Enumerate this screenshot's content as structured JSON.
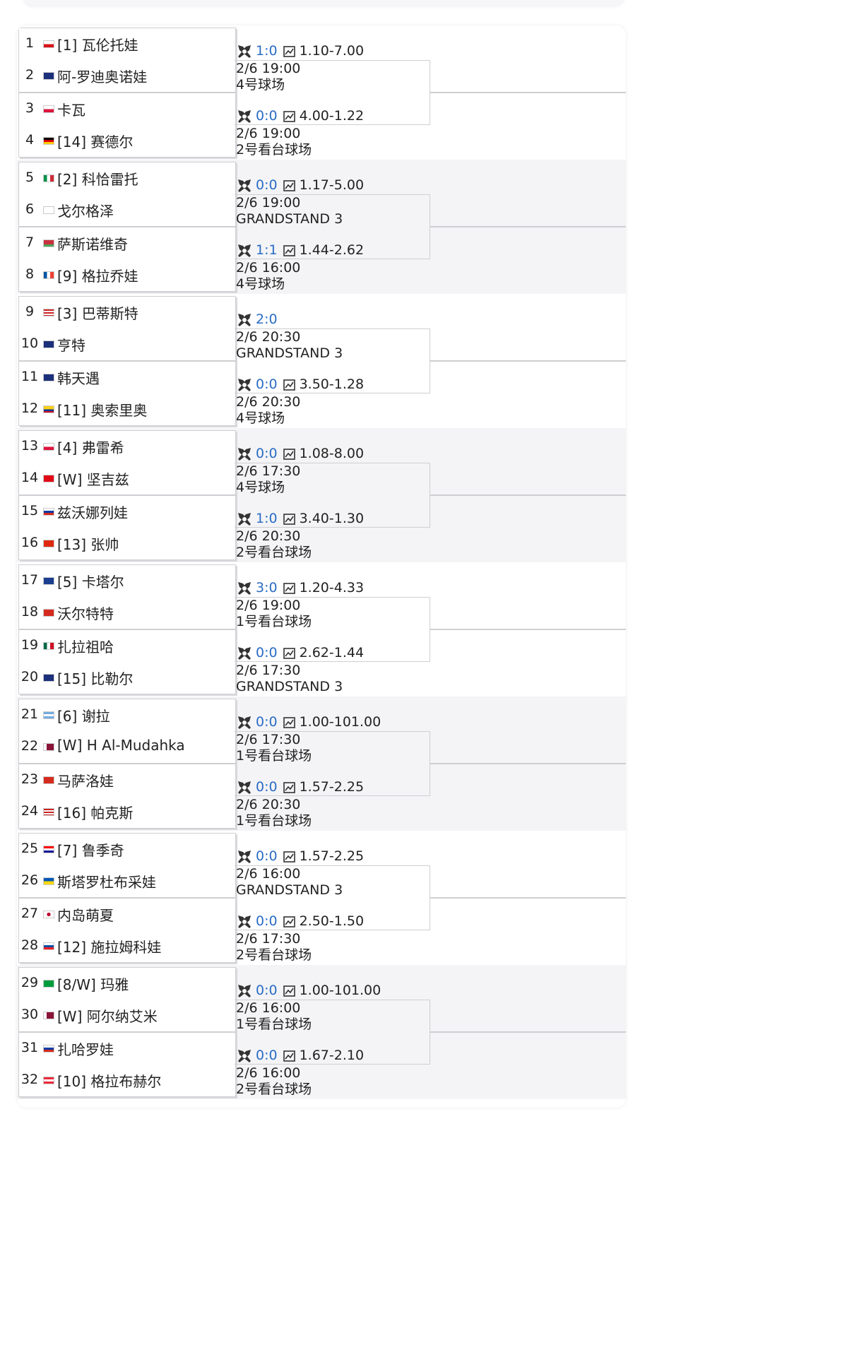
{
  "bracket": {
    "groups": [
      {
        "players": [
          {
            "num": "1",
            "flag": "cze",
            "name": "[1] 瓦伦托娃"
          },
          {
            "num": "2",
            "flag": "aus",
            "name": "阿-罗迪奥诺娃"
          },
          {
            "num": "3",
            "flag": "pol",
            "name": "卡瓦"
          },
          {
            "num": "4",
            "flag": "ger",
            "name": "[14] 赛德尔"
          }
        ],
        "matches": [
          {
            "score": "1:0",
            "odds": "1.10-7.00",
            "date": "2/6 19:00",
            "court": "4号球场"
          },
          {
            "score": "0:0",
            "odds": "4.00-1.22",
            "date": "2/6 19:00",
            "court": "2号看台球场"
          }
        ]
      },
      {
        "players": [
          {
            "num": "5",
            "flag": "ita",
            "name": "[2] 科恰雷托"
          },
          {
            "num": "6",
            "flag": "geo",
            "name": "戈尔格泽"
          },
          {
            "num": "7",
            "flag": "blr",
            "name": "萨斯诺维奇"
          },
          {
            "num": "8",
            "flag": "fra",
            "name": "[9] 格拉乔娃"
          }
        ],
        "matches": [
          {
            "score": "0:0",
            "odds": "1.17-5.00",
            "date": "2/6 19:00",
            "court": "GRANDSTAND 3"
          },
          {
            "score": "1:1",
            "odds": "1.44-2.62",
            "date": "2/6 16:00",
            "court": "4号球场"
          }
        ]
      },
      {
        "players": [
          {
            "num": "9",
            "flag": "usa",
            "name": "[3] 巴蒂斯特"
          },
          {
            "num": "10",
            "flag": "aus",
            "name": "亨特"
          },
          {
            "num": "11",
            "flag": "aus",
            "name": "韩天遇"
          },
          {
            "num": "12",
            "flag": "col",
            "name": "[11] 奥索里奥"
          }
        ],
        "matches": [
          {
            "score": "2:0",
            "odds": "",
            "date": "2/6 20:30",
            "court": "GRANDSTAND 3"
          },
          {
            "score": "0:0",
            "odds": "3.50-1.28",
            "date": "2/6 20:30",
            "court": "4号球场"
          }
        ]
      },
      {
        "players": [
          {
            "num": "13",
            "flag": "pol",
            "name": "[4] 弗雷希"
          },
          {
            "num": "14",
            "flag": "tur",
            "name": "[W] 坚吉兹"
          },
          {
            "num": "15",
            "flag": "rus",
            "name": "兹沃娜列娃"
          },
          {
            "num": "16",
            "flag": "chn",
            "name": "[13] 张帅"
          }
        ],
        "matches": [
          {
            "score": "0:0",
            "odds": "1.08-8.00",
            "date": "2/6 17:30",
            "court": "4号球场"
          },
          {
            "score": "1:0",
            "odds": "3.40-1.30",
            "date": "2/6 20:30",
            "court": "2号看台球场"
          }
        ]
      },
      {
        "players": [
          {
            "num": "17",
            "flag": "gbr",
            "name": "[5] 卡塔尔"
          },
          {
            "num": "18",
            "flag": "sui",
            "name": "沃尔特特"
          },
          {
            "num": "19",
            "flag": "mex",
            "name": "扎拉祖哈"
          },
          {
            "num": "20",
            "flag": "aus",
            "name": "[15] 比勒尔"
          }
        ],
        "matches": [
          {
            "score": "3:0",
            "odds": "1.20-4.33",
            "date": "2/6 19:00",
            "court": "1号看台球场"
          },
          {
            "score": "0:0",
            "odds": "2.62-1.44",
            "date": "2/6 17:30",
            "court": "GRANDSTAND 3"
          }
        ]
      },
      {
        "players": [
          {
            "num": "21",
            "flag": "arg",
            "name": "[6] 谢拉"
          },
          {
            "num": "22",
            "flag": "qat",
            "name": "[W] H Al-Mudahka"
          },
          {
            "num": "23",
            "flag": "sui",
            "name": "马萨洛娃"
          },
          {
            "num": "24",
            "flag": "usa",
            "name": "[16] 帕克斯"
          }
        ],
        "matches": [
          {
            "score": "0:0",
            "odds": "1.00-101.00",
            "date": "2/6 17:30",
            "court": "1号看台球场"
          },
          {
            "score": "0:0",
            "odds": "1.57-2.25",
            "date": "2/6 20:30",
            "court": "1号看台球场"
          }
        ]
      },
      {
        "players": [
          {
            "num": "25",
            "flag": "cro",
            "name": "[7] 鲁季奇"
          },
          {
            "num": "26",
            "flag": "ukr",
            "name": "斯塔罗杜布采娃"
          },
          {
            "num": "27",
            "flag": "jpn",
            "name": "内岛萌夏"
          },
          {
            "num": "28",
            "flag": "svk",
            "name": "[12] 施拉姆科娃"
          }
        ],
        "matches": [
          {
            "score": "0:0",
            "odds": "1.57-2.25",
            "date": "2/6 16:00",
            "court": "GRANDSTAND 3"
          },
          {
            "score": "0:0",
            "odds": "2.50-1.50",
            "date": "2/6 17:30",
            "court": "2号看台球场"
          }
        ]
      },
      {
        "players": [
          {
            "num": "29",
            "flag": "bra",
            "name": "[8/W] 玛雅"
          },
          {
            "num": "30",
            "flag": "qat",
            "name": "[W] 阿尔纳艾米"
          },
          {
            "num": "31",
            "flag": "rus",
            "name": "扎哈罗娃"
          },
          {
            "num": "32",
            "flag": "aut",
            "name": "[10] 格拉布赫尔"
          }
        ],
        "matches": [
          {
            "score": "0:0",
            "odds": "1.00-101.00",
            "date": "2/6 16:00",
            "court": "1号看台球场"
          },
          {
            "score": "0:0",
            "odds": "1.67-2.10",
            "date": "2/6 16:00",
            "court": "2号看台球场"
          }
        ]
      }
    ]
  },
  "icons": {
    "match_icon": "crossed-rackets-icon",
    "odds_icon": "line-chart-icon"
  },
  "colors": {
    "score": "#2a6cc4",
    "border": "#cfcfd3",
    "shade": "#f4f4f6"
  }
}
